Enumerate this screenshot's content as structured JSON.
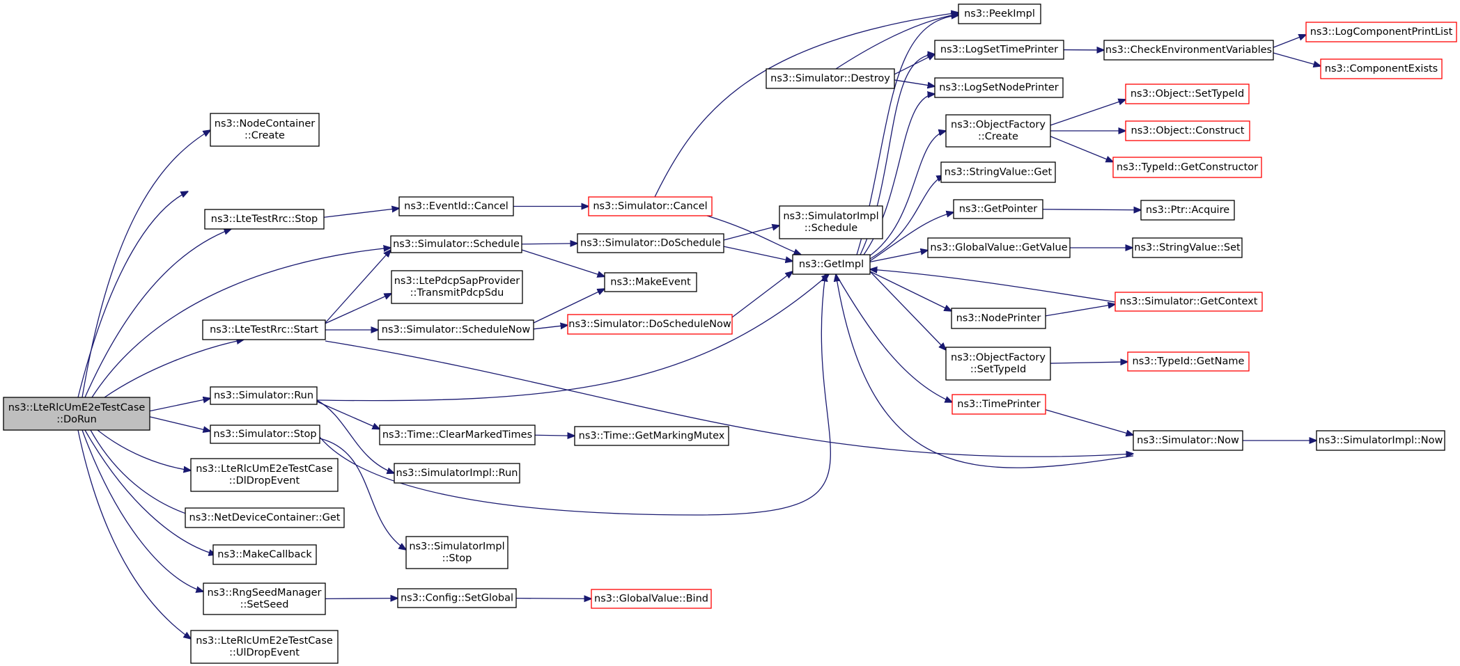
{
  "graph": {
    "edge_color": "#191970",
    "external_node_border": "#ff0000",
    "root_fill": "#bfbfbf",
    "nodes": [
      {
        "id": "root",
        "lines": [
          "ns3::LteRlcUmE2eTestCase",
          "::DoRun"
        ],
        "style": "root"
      },
      {
        "id": "nc_create",
        "lines": [
          "ns3::NodeContainer",
          "::Create"
        ],
        "style": "normal"
      },
      {
        "id": "rrc_stop",
        "lines": [
          "ns3::LteTestRrc::Stop"
        ],
        "style": "normal"
      },
      {
        "id": "sim_schedule",
        "lines": [
          "ns3::Simulator::Schedule"
        ],
        "style": "normal"
      },
      {
        "id": "rrc_start",
        "lines": [
          "ns3::LteTestRrc::Start"
        ],
        "style": "normal"
      },
      {
        "id": "sim_run",
        "lines": [
          "ns3::Simulator::Run"
        ],
        "style": "normal"
      },
      {
        "id": "sim_stop",
        "lines": [
          "ns3::Simulator::Stop"
        ],
        "style": "normal"
      },
      {
        "id": "dl_drop",
        "lines": [
          "ns3::LteRlcUmE2eTestCase",
          "::DlDropEvent"
        ],
        "style": "normal"
      },
      {
        "id": "ndc_get",
        "lines": [
          "ns3::NetDeviceContainer::Get"
        ],
        "style": "normal"
      },
      {
        "id": "make_callback",
        "lines": [
          "ns3::MakeCallback"
        ],
        "style": "normal"
      },
      {
        "id": "rng_seed",
        "lines": [
          "ns3::RngSeedManager",
          "::SetSeed"
        ],
        "style": "normal"
      },
      {
        "id": "ul_drop",
        "lines": [
          "ns3::LteRlcUmE2eTestCase",
          "::UlDropEvent"
        ],
        "style": "normal"
      },
      {
        "id": "evt_cancel",
        "lines": [
          "ns3::EventId::Cancel"
        ],
        "style": "normal"
      },
      {
        "id": "pdcp",
        "lines": [
          "ns3::LtePdcpSapProvider",
          "::TransmitPdcpSdu"
        ],
        "style": "normal"
      },
      {
        "id": "sim_schednow",
        "lines": [
          "ns3::Simulator::ScheduleNow"
        ],
        "style": "normal"
      },
      {
        "id": "clear_marked",
        "lines": [
          "ns3::Time::ClearMarkedTimes"
        ],
        "style": "normal"
      },
      {
        "id": "simimpl_run",
        "lines": [
          "ns3::SimulatorImpl::Run"
        ],
        "style": "normal"
      },
      {
        "id": "simimpl_stop",
        "lines": [
          "ns3::SimulatorImpl",
          "::Stop"
        ],
        "style": "normal"
      },
      {
        "id": "cfg_setglobal",
        "lines": [
          "ns3::Config::SetGlobal"
        ],
        "style": "normal"
      },
      {
        "id": "sim_cancel",
        "lines": [
          "ns3::Simulator::Cancel"
        ],
        "style": "red"
      },
      {
        "id": "sim_doschedule",
        "lines": [
          "ns3::Simulator::DoSchedule"
        ],
        "style": "normal"
      },
      {
        "id": "make_event",
        "lines": [
          "ns3::MakeEvent"
        ],
        "style": "normal"
      },
      {
        "id": "sim_doschednow",
        "lines": [
          "ns3::Simulator::DoScheduleNow"
        ],
        "style": "red"
      },
      {
        "id": "marking_mutex",
        "lines": [
          "ns3::Time::GetMarkingMutex"
        ],
        "style": "normal"
      },
      {
        "id": "gv_bind",
        "lines": [
          "ns3::GlobalValue::Bind"
        ],
        "style": "red"
      },
      {
        "id": "sim_destroy",
        "lines": [
          "ns3::Simulator::Destroy"
        ],
        "style": "normal"
      },
      {
        "id": "simimpl_sched",
        "lines": [
          "ns3::SimulatorImpl",
          "::Schedule"
        ],
        "style": "normal"
      },
      {
        "id": "getimpl",
        "lines": [
          "ns3::GetImpl"
        ],
        "style": "normal"
      },
      {
        "id": "peekimpl",
        "lines": [
          "ns3::PeekImpl"
        ],
        "style": "normal"
      },
      {
        "id": "logsettime",
        "lines": [
          "ns3::LogSetTimePrinter"
        ],
        "style": "normal"
      },
      {
        "id": "logsetnode",
        "lines": [
          "ns3::LogSetNodePrinter"
        ],
        "style": "normal"
      },
      {
        "id": "of_create",
        "lines": [
          "ns3::ObjectFactory",
          "::Create"
        ],
        "style": "normal"
      },
      {
        "id": "strval_get",
        "lines": [
          "ns3::StringValue::Get"
        ],
        "style": "normal"
      },
      {
        "id": "getpointer",
        "lines": [
          "ns3::GetPointer"
        ],
        "style": "normal"
      },
      {
        "id": "gv_getvalue",
        "lines": [
          "ns3::GlobalValue::GetValue"
        ],
        "style": "normal"
      },
      {
        "id": "nodeprinter",
        "lines": [
          "ns3::NodePrinter"
        ],
        "style": "normal"
      },
      {
        "id": "of_settypeid",
        "lines": [
          "ns3::ObjectFactory",
          "::SetTypeId"
        ],
        "style": "normal"
      },
      {
        "id": "timeprinter",
        "lines": [
          "ns3::TimePrinter"
        ],
        "style": "red"
      },
      {
        "id": "checkenv",
        "lines": [
          "ns3::CheckEnvironmentVariables"
        ],
        "style": "normal"
      },
      {
        "id": "obj_settypeid",
        "lines": [
          "ns3::Object::SetTypeId"
        ],
        "style": "red"
      },
      {
        "id": "obj_construct",
        "lines": [
          "ns3::Object::Construct"
        ],
        "style": "red"
      },
      {
        "id": "typeid_getctor",
        "lines": [
          "ns3::TypeId::GetConstructor"
        ],
        "style": "red"
      },
      {
        "id": "ptr_acquire",
        "lines": [
          "ns3::Ptr::Acquire"
        ],
        "style": "normal"
      },
      {
        "id": "strval_set",
        "lines": [
          "ns3::StringValue::Set"
        ],
        "style": "normal"
      },
      {
        "id": "sim_getcontext",
        "lines": [
          "ns3::Simulator::GetContext"
        ],
        "style": "red"
      },
      {
        "id": "typeid_getname",
        "lines": [
          "ns3::TypeId::GetName"
        ],
        "style": "red"
      },
      {
        "id": "sim_now",
        "lines": [
          "ns3::Simulator::Now"
        ],
        "style": "normal"
      },
      {
        "id": "logcomp_print",
        "lines": [
          "ns3::LogComponentPrintList"
        ],
        "style": "red"
      },
      {
        "id": "comp_exists",
        "lines": [
          "ns3::ComponentExists"
        ],
        "style": "red"
      },
      {
        "id": "simimpl_now",
        "lines": [
          "ns3::SimulatorImpl::Now"
        ],
        "style": "normal"
      }
    ],
    "edges": [
      [
        "root",
        "nc_create"
      ],
      [
        "root",
        "sim_destroy"
      ],
      [
        "root",
        "rrc_stop"
      ],
      [
        "root",
        "sim_schedule"
      ],
      [
        "root",
        "rrc_start"
      ],
      [
        "root",
        "sim_run"
      ],
      [
        "root",
        "sim_stop"
      ],
      [
        "root",
        "dl_drop"
      ],
      [
        "root",
        "ndc_get"
      ],
      [
        "root",
        "make_callback"
      ],
      [
        "root",
        "rng_seed"
      ],
      [
        "root",
        "ul_drop"
      ],
      [
        "rrc_stop",
        "evt_cancel"
      ],
      [
        "evt_cancel",
        "sim_cancel"
      ],
      [
        "sim_cancel",
        "peekimpl"
      ],
      [
        "sim_cancel",
        "getimpl"
      ],
      [
        "sim_schedule",
        "sim_doschedule"
      ],
      [
        "sim_schedule",
        "make_event"
      ],
      [
        "sim_doschedule",
        "simimpl_sched"
      ],
      [
        "sim_doschedule",
        "getimpl"
      ],
      [
        "rrc_start",
        "sim_schedule"
      ],
      [
        "rrc_start",
        "pdcp"
      ],
      [
        "rrc_start",
        "sim_schednow"
      ],
      [
        "rrc_start",
        "sim_now"
      ],
      [
        "sim_schednow",
        "make_event"
      ],
      [
        "sim_schednow",
        "sim_doschednow"
      ],
      [
        "sim_doschednow",
        "getimpl"
      ],
      [
        "sim_run",
        "getimpl"
      ],
      [
        "sim_run",
        "clear_marked"
      ],
      [
        "sim_run",
        "simimpl_run"
      ],
      [
        "clear_marked",
        "marking_mutex"
      ],
      [
        "sim_stop",
        "simimpl_stop"
      ],
      [
        "sim_stop",
        "getimpl"
      ],
      [
        "rng_seed",
        "cfg_setglobal"
      ],
      [
        "cfg_setglobal",
        "gv_bind"
      ],
      [
        "sim_destroy",
        "peekimpl"
      ],
      [
        "sim_destroy",
        "logsettime"
      ],
      [
        "sim_destroy",
        "logsetnode"
      ],
      [
        "getimpl",
        "peekimpl"
      ],
      [
        "getimpl",
        "logsettime"
      ],
      [
        "getimpl",
        "logsetnode"
      ],
      [
        "getimpl",
        "of_create"
      ],
      [
        "getimpl",
        "strval_get"
      ],
      [
        "getimpl",
        "getpointer"
      ],
      [
        "getimpl",
        "gv_getvalue"
      ],
      [
        "getimpl",
        "nodeprinter"
      ],
      [
        "getimpl",
        "of_settypeid"
      ],
      [
        "getimpl",
        "timeprinter"
      ],
      [
        "logsettime",
        "checkenv"
      ],
      [
        "checkenv",
        "logcomp_print"
      ],
      [
        "checkenv",
        "comp_exists"
      ],
      [
        "of_create",
        "obj_settypeid"
      ],
      [
        "of_create",
        "obj_construct"
      ],
      [
        "of_create",
        "typeid_getctor"
      ],
      [
        "getpointer",
        "ptr_acquire"
      ],
      [
        "gv_getvalue",
        "strval_set"
      ],
      [
        "nodeprinter",
        "sim_getcontext"
      ],
      [
        "sim_getcontext",
        "getimpl"
      ],
      [
        "of_settypeid",
        "typeid_getname"
      ],
      [
        "timeprinter",
        "sim_now"
      ],
      [
        "sim_now",
        "getimpl"
      ],
      [
        "sim_now",
        "simimpl_now"
      ]
    ]
  }
}
